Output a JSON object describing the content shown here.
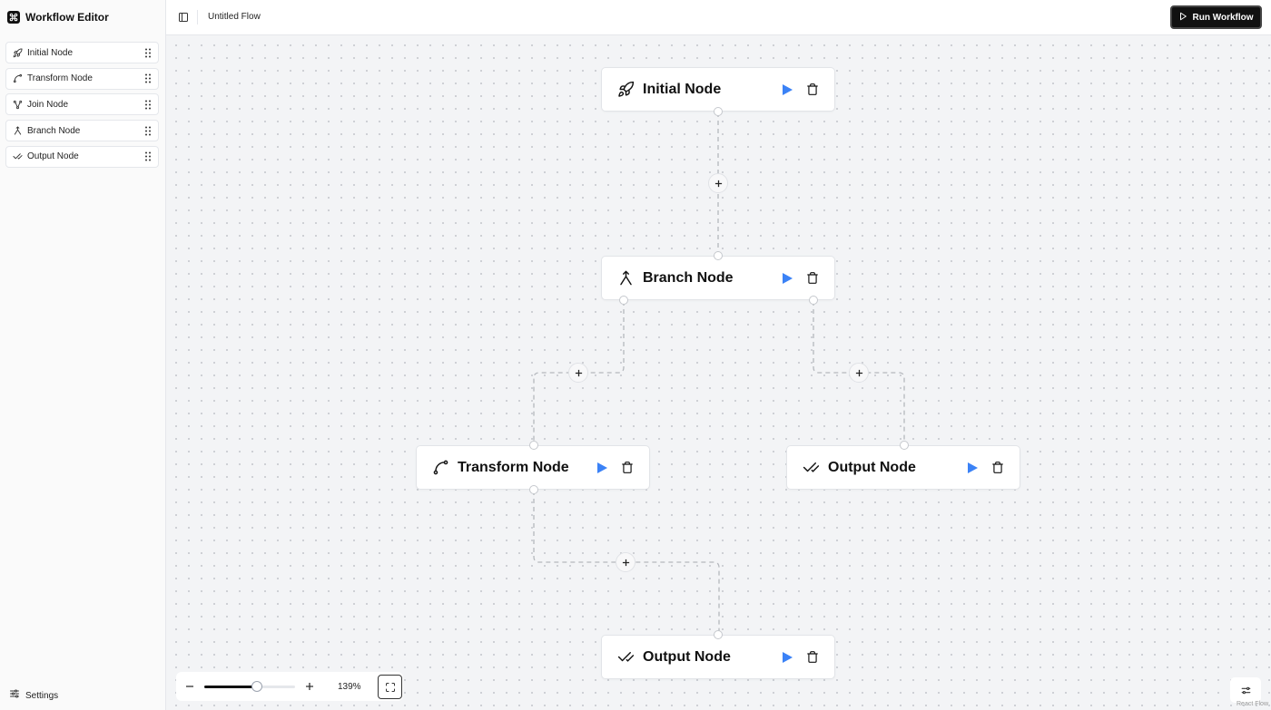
{
  "app": {
    "title": "Workflow Editor",
    "logo_icon": "command-icon"
  },
  "sidebar": {
    "items": [
      {
        "label": "Initial Node",
        "icon": "rocket-icon"
      },
      {
        "label": "Transform Node",
        "icon": "spline-icon"
      },
      {
        "label": "Join Node",
        "icon": "merge-icon"
      },
      {
        "label": "Branch Node",
        "icon": "split-icon"
      },
      {
        "label": "Output Node",
        "icon": "check-check-icon"
      }
    ],
    "settings_label": "Settings"
  },
  "header": {
    "flow_title": "Untitled Flow",
    "run_label": "Run Workflow"
  },
  "canvas": {
    "nodes": [
      {
        "label": "Initial Node",
        "icon": "rocket-icon"
      },
      {
        "label": "Branch Node",
        "icon": "split-icon"
      },
      {
        "label": "Transform Node",
        "icon": "spline-icon"
      },
      {
        "label": "Output Node",
        "icon": "check-check-icon"
      },
      {
        "label": "Output Node",
        "icon": "check-check-icon"
      }
    ]
  },
  "zoom": {
    "value_label": "139%",
    "level_fraction": 0.58
  },
  "attribution": "React Flow",
  "colors": {
    "accent_blue": "#3b82f6",
    "run_button": "#111111"
  }
}
